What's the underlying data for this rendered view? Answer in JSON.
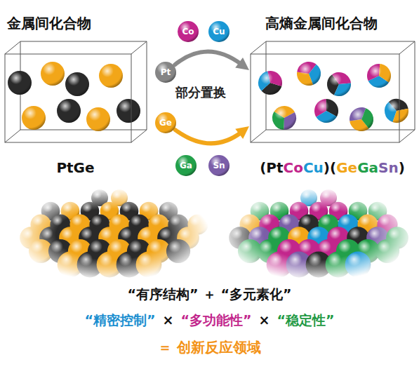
{
  "diagram": {
    "nodes": [
      {
        "text": [
          "金属间化合物",
          "PtGe"
        ]
      },
      {
        "text": [
          "Co"
        ]
      },
      {
        "text": [
          "Cu"
        ]
      },
      {
        "text": [
          "Pt"
        ]
      },
      {
        "text": [
          "Ge"
        ]
      },
      {
        "text": [
          "Ga"
        ]
      },
      {
        "text": [
          "Sn"
        ]
      },
      {
        "text": [
          "高熵金属间化合物",
          "(PtCoCu)(GeGaSn)"
        ]
      }
    ],
    "edges": [
      {
        "from": 3,
        "to": 7,
        "arrow": "to"
      },
      {
        "from": 4,
        "to": 7,
        "arrow": "to"
      }
    ],
    "labels": [
      "部分置换",
      "“有序结构” ＋ “多元素化”",
      "“精密控制”",
      "×",
      "“多功能性”",
      "×",
      "“稳定性”",
      "＝ 创新反应领域"
    ]
  }
}
